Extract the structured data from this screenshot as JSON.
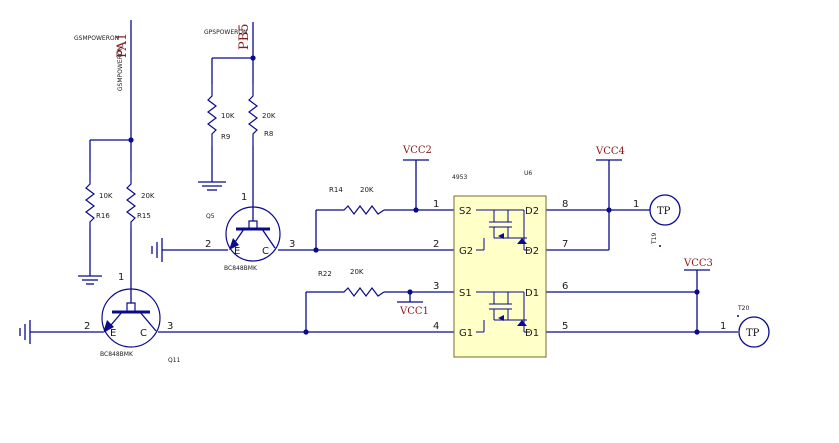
{
  "nets": {
    "pa1": "PA1",
    "pb5": "PB5",
    "gsm_power": "GSMPOWERON",
    "gps_power": "GPSPOWERON",
    "vcc1": "VCC1",
    "vcc2": "VCC2",
    "vcc3": "VCC3",
    "vcc4": "VCC4"
  },
  "resistors": {
    "r9": {
      "ref": "R9",
      "value": "10K"
    },
    "r8": {
      "ref": "R8",
      "value": "20K"
    },
    "r16": {
      "ref": "R16",
      "value": "10K"
    },
    "r15": {
      "ref": "R15",
      "value": "20K"
    },
    "r14": {
      "ref": "R14",
      "value": "20K"
    },
    "r22": {
      "ref": "R22",
      "value": "20K"
    }
  },
  "transistors": {
    "q5": {
      "ref": "Q5",
      "part": "BC848BMK"
    },
    "q11": {
      "ref": "Q11",
      "part": "BC848BMK"
    },
    "pin_e": "E",
    "pin_c": "C"
  },
  "ic": {
    "ref": "U6",
    "part": "4953",
    "pins": {
      "s2": "S2",
      "g2": "G2",
      "s1": "S1",
      "g1": "G1",
      "d2": "D2",
      "d1": "D1"
    }
  },
  "test_points": {
    "t19": {
      "ref": "T19",
      "label": "TP"
    },
    "t20": {
      "ref": "T20",
      "label": "TP"
    }
  },
  "pin_numbers": {
    "p1": "1",
    "p2": "2",
    "p3": "3",
    "p4": "4",
    "p5": "5",
    "p6": "6",
    "p7": "7",
    "p8": "8"
  }
}
